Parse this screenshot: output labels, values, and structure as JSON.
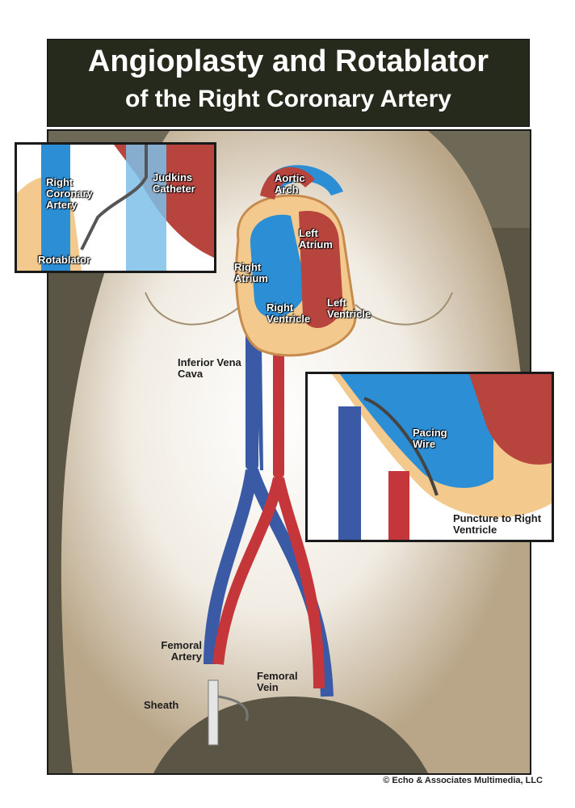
{
  "title": {
    "line1": "Angioplasty and Rotablator",
    "line2": "of the Right Coronary Artery"
  },
  "labels": {
    "aortic_arch": "Aortic Arch",
    "left_atrium": "Left Atrium",
    "right_atrium": "Right Atrium",
    "right_ventricle": "Right Ventricle",
    "left_ventricle": "Left Ventricle",
    "inferior_vena_cava": "Inferior Vena Cava",
    "femoral_artery": "Femoral Artery",
    "femoral_vein": "Femoral Vein",
    "sheath": "Sheath"
  },
  "inset_coronary": {
    "right_coronary_artery": "Right Coronary Artery",
    "judkins_catheter": "Judkins Catheter",
    "rotablator": "Rotablator"
  },
  "inset_ventricle": {
    "pacing_wire": "Pacing Wire",
    "puncture": "Puncture to Right Ventricle"
  },
  "copyright": "© Echo & Associates Multimedia, LLC",
  "colors": {
    "title_bg": "#262a1c",
    "skin": "#b9a688",
    "vein": "#3a5aa6",
    "artery": "#c5363a",
    "heart_blue": "#2c8fd6",
    "heart_red": "#b8443e"
  }
}
